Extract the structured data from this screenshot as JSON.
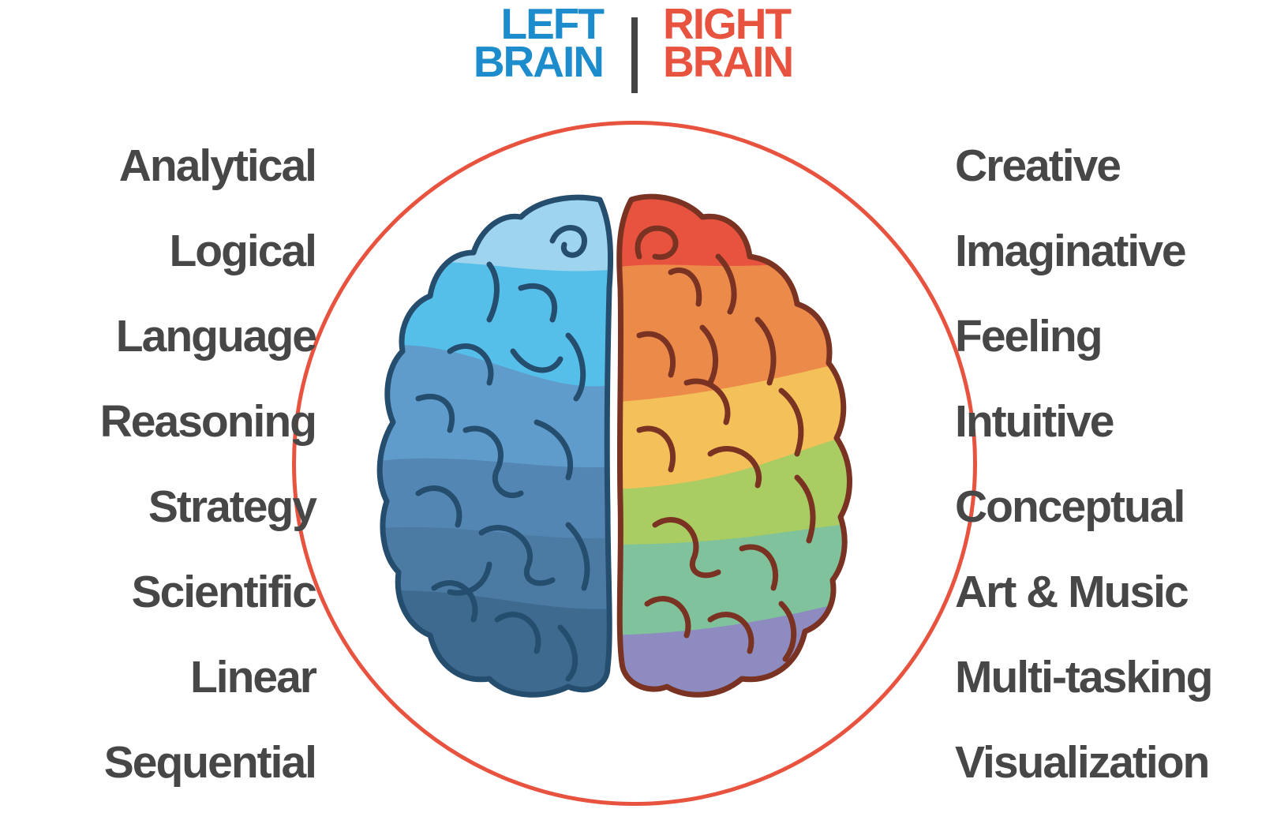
{
  "title": {
    "left": {
      "line1": "LEFT",
      "line2": "BRAIN",
      "color": "#1c8ccc"
    },
    "right": {
      "line1": "RIGHT",
      "line2": "BRAIN",
      "color": "#e8533f"
    },
    "divider_color": "#444444"
  },
  "circle": {
    "stroke_color": "#e8533f"
  },
  "left_traits": [
    "Analytical",
    "Logical",
    "Language",
    "Reasoning",
    "Strategy",
    "Scientific",
    "Linear",
    "Sequential"
  ],
  "right_traits": [
    "Creative",
    "Imaginative",
    "Feeling",
    "Intuitive",
    "Conceptual",
    "Art & Music",
    "Multi-tasking",
    "Visualization"
  ],
  "brain": {
    "left_hemisphere": {
      "outline_color": "#244d6e",
      "bands": [
        "#9fd4ee",
        "#56bfe9",
        "#5f9ccb",
        "#5486b3",
        "#4b7aa3",
        "#3f6a8f"
      ]
    },
    "right_hemisphere": {
      "outline_color": "#7a3322",
      "bands": [
        "#e8533f",
        "#ec8a49",
        "#f4c05a",
        "#a9cc63",
        "#7fc29b",
        "#8d8bbf"
      ]
    }
  }
}
